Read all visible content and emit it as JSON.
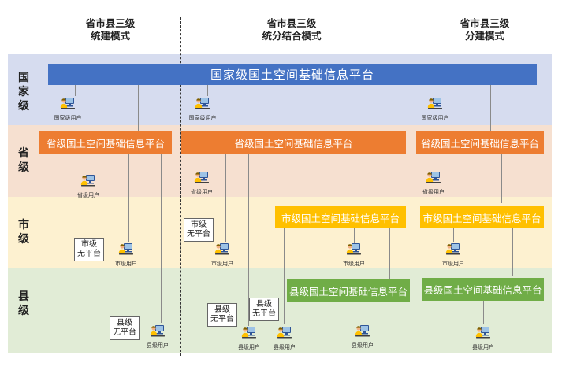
{
  "columns": [
    {
      "title_line1": "省市县三级",
      "title_line2": "统建模式"
    },
    {
      "title_line1": "省市县三级",
      "title_line2": "统分结合模式"
    },
    {
      "title_line1": "省市县三级",
      "title_line2": "分建模式"
    }
  ],
  "levels": {
    "national": {
      "label": "国家级"
    },
    "provincial": {
      "label": "省级"
    },
    "city": {
      "label": "市级"
    },
    "county": {
      "label": "县级"
    }
  },
  "platforms": {
    "national": "国家级国土空间基础信息平台",
    "provincial": "省级国土空间基础信息平台",
    "city": "市级国土空间基础信息平台",
    "county": "县级国土空间基础信息平台"
  },
  "users": {
    "national": "国家级用户",
    "provincial": "省级用户",
    "city": "市级用户",
    "county": "县级用户"
  },
  "no_platform": {
    "city_line1": "市级",
    "county_line1": "县级",
    "line2": "无平台"
  },
  "colors": {
    "national_band": "#d6dcef",
    "provincial_band": "#f6e0d0",
    "city_band": "#fdf1d0",
    "county_band": "#e1ecd6",
    "national_bar": "#4472c4",
    "provincial_bar": "#ed7d31",
    "city_bar": "#ffc000",
    "county_bar": "#70ad47"
  },
  "icon": "user-computer-icon"
}
